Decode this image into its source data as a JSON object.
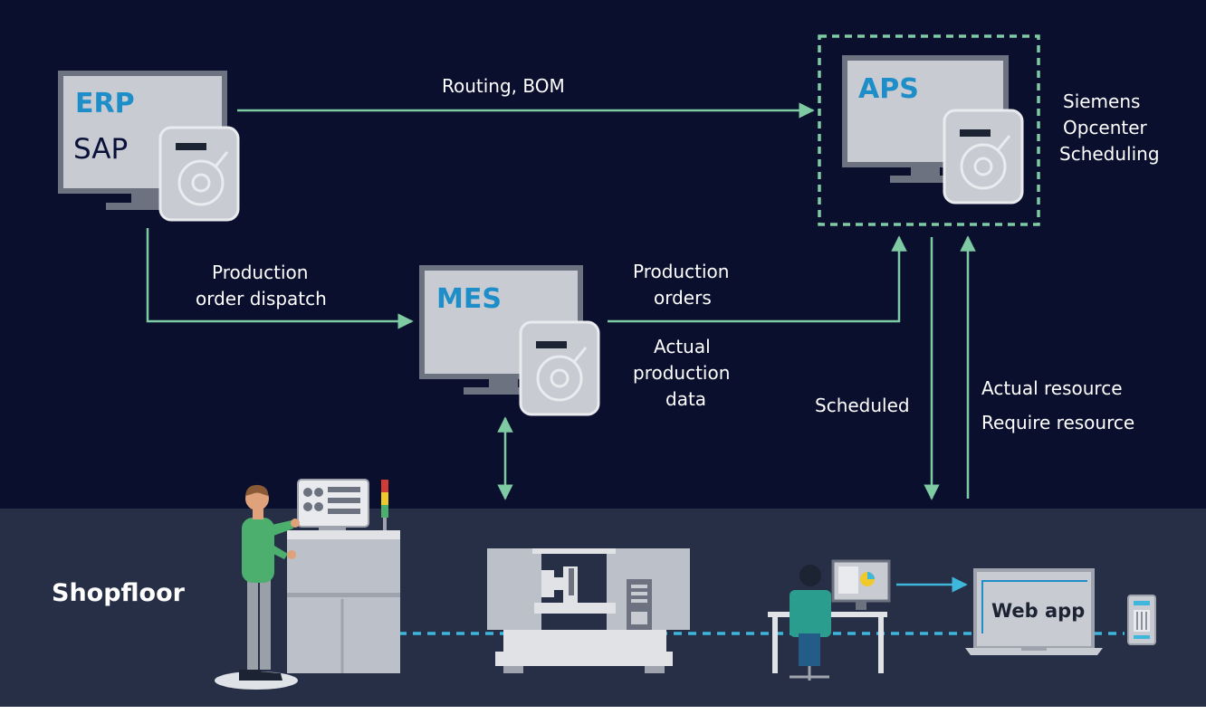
{
  "colors": {
    "background": "#0a0f2e",
    "shopfloor_band": "#262f45",
    "arrow": "#7ecaa3",
    "network_link": "#3fb6dc",
    "system_label": "#1e8ec9"
  },
  "systems": {
    "erp": {
      "name": "ERP",
      "sub": "SAP",
      "icon": "server-computer-icon"
    },
    "mes": {
      "name": "MES",
      "icon": "server-computer-icon"
    },
    "aps": {
      "name": "APS",
      "icon": "server-computer-icon",
      "product_lines": [
        "Siemens",
        "Opcenter",
        "Scheduling"
      ]
    }
  },
  "flows": {
    "routing_bom": "Routing, BOM",
    "dispatch": [
      "Production",
      "order dispatch"
    ],
    "production_orders": [
      "Production",
      "orders"
    ],
    "actual_production": [
      "Actual",
      "production",
      "data"
    ],
    "scheduled": "Scheduled",
    "actual_resource": "Actual resource",
    "require_resource": "Require resource"
  },
  "shopfloor": {
    "title": "Shopfloor",
    "web_app": "Web app",
    "icons": [
      "operator-icon",
      "control-cabinet-icon",
      "signal-tower-icon",
      "cnc-machine-icon",
      "desk-worker-icon",
      "laptop-icon",
      "device-icon"
    ]
  }
}
